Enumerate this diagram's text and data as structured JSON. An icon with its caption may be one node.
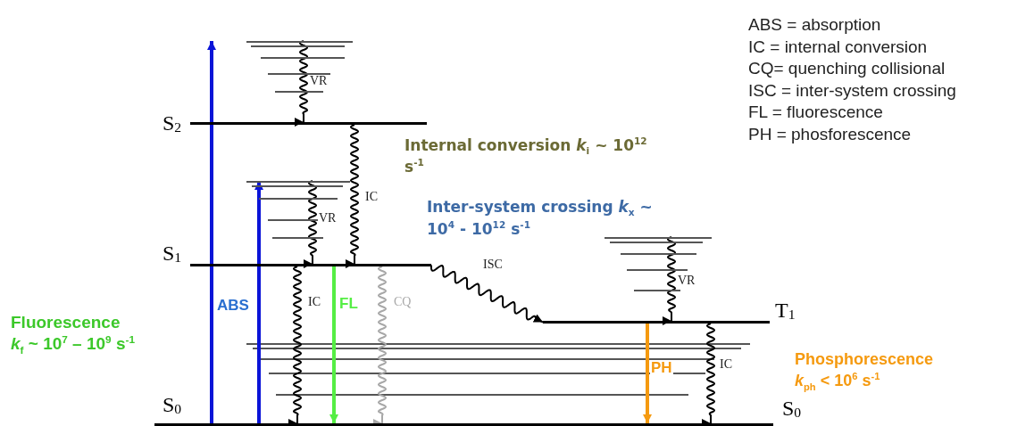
{
  "diagram": {
    "nodes": [
      {
        "text": [],
        "shape": "bar"
      },
      {
        "text": [
          "S$_{2}$"
        ]
      },
      {
        "text": [],
        "shape": "bar"
      },
      {
        "text": [
          "S$_{1}$"
        ]
      },
      {
        "text": [],
        "shape": "bar"
      },
      {
        "text": [
          "T$_{1}$"
        ]
      },
      {
        "text": [
          "S$_{0}$",
          "S$_{0}$"
        ]
      }
    ],
    "edges": [
      {
        "from": 6,
        "to": 0,
        "arrow": "to",
        "style": "thick",
        "color": "#0a14d8",
        "label": "ABS"
      },
      {
        "from": 6,
        "to": 2,
        "arrow": "to",
        "style": "thick",
        "color": "#0a14d8"
      },
      {
        "from": 0,
        "to": 1,
        "arrow": "to",
        "label": "VR"
      },
      {
        "from": 1,
        "to": 3,
        "arrow": "to",
        "label": "IC"
      },
      {
        "from": 2,
        "to": 3,
        "arrow": "to",
        "label": "VR"
      },
      {
        "from": 3,
        "to": 6,
        "arrow": "to",
        "label": "IC"
      },
      {
        "from": 3,
        "to": 6,
        "arrow": "to",
        "style": "thick",
        "color": "#55ee44",
        "label": "FL"
      },
      {
        "from": 3,
        "to": 6,
        "arrow": "to",
        "color": "#a8a8a8",
        "label": "CQ"
      },
      {
        "from": 3,
        "to": 5,
        "arrow": "to",
        "label": "ISC"
      },
      {
        "from": 4,
        "to": 5,
        "arrow": "to",
        "label": "VR"
      },
      {
        "from": 5,
        "to": 6,
        "arrow": "to",
        "style": "thick",
        "color": "#f59a10",
        "label": "PH"
      },
      {
        "from": 5,
        "to": 6,
        "arrow": "to",
        "label": "IC"
      }
    ],
    "labels": [
      "ABS = absorption",
      "IC = internal conversion",
      "CQ= quenching collisional",
      "ISC = inter-system crossing",
      "FL = fluorescence",
      "PH = phosforescence",
      "Internal conversion *k*$_{i}$ ~ 10$^{12}$ s$^{-1}$",
      "Inter-system crossing *k*$_{x}$ ~ 10$^{4}$ - 10$^{12}$ s$^{-1}$",
      "Fluorescence",
      "*k*$_{f}$ ~ 10$^{7}$ – 10$^{9}$ s$^{-1}$",
      "Phosphorescence",
      "*k*$_{ph}$ < 10$^{6}$ s$^{-1}$"
    ]
  }
}
